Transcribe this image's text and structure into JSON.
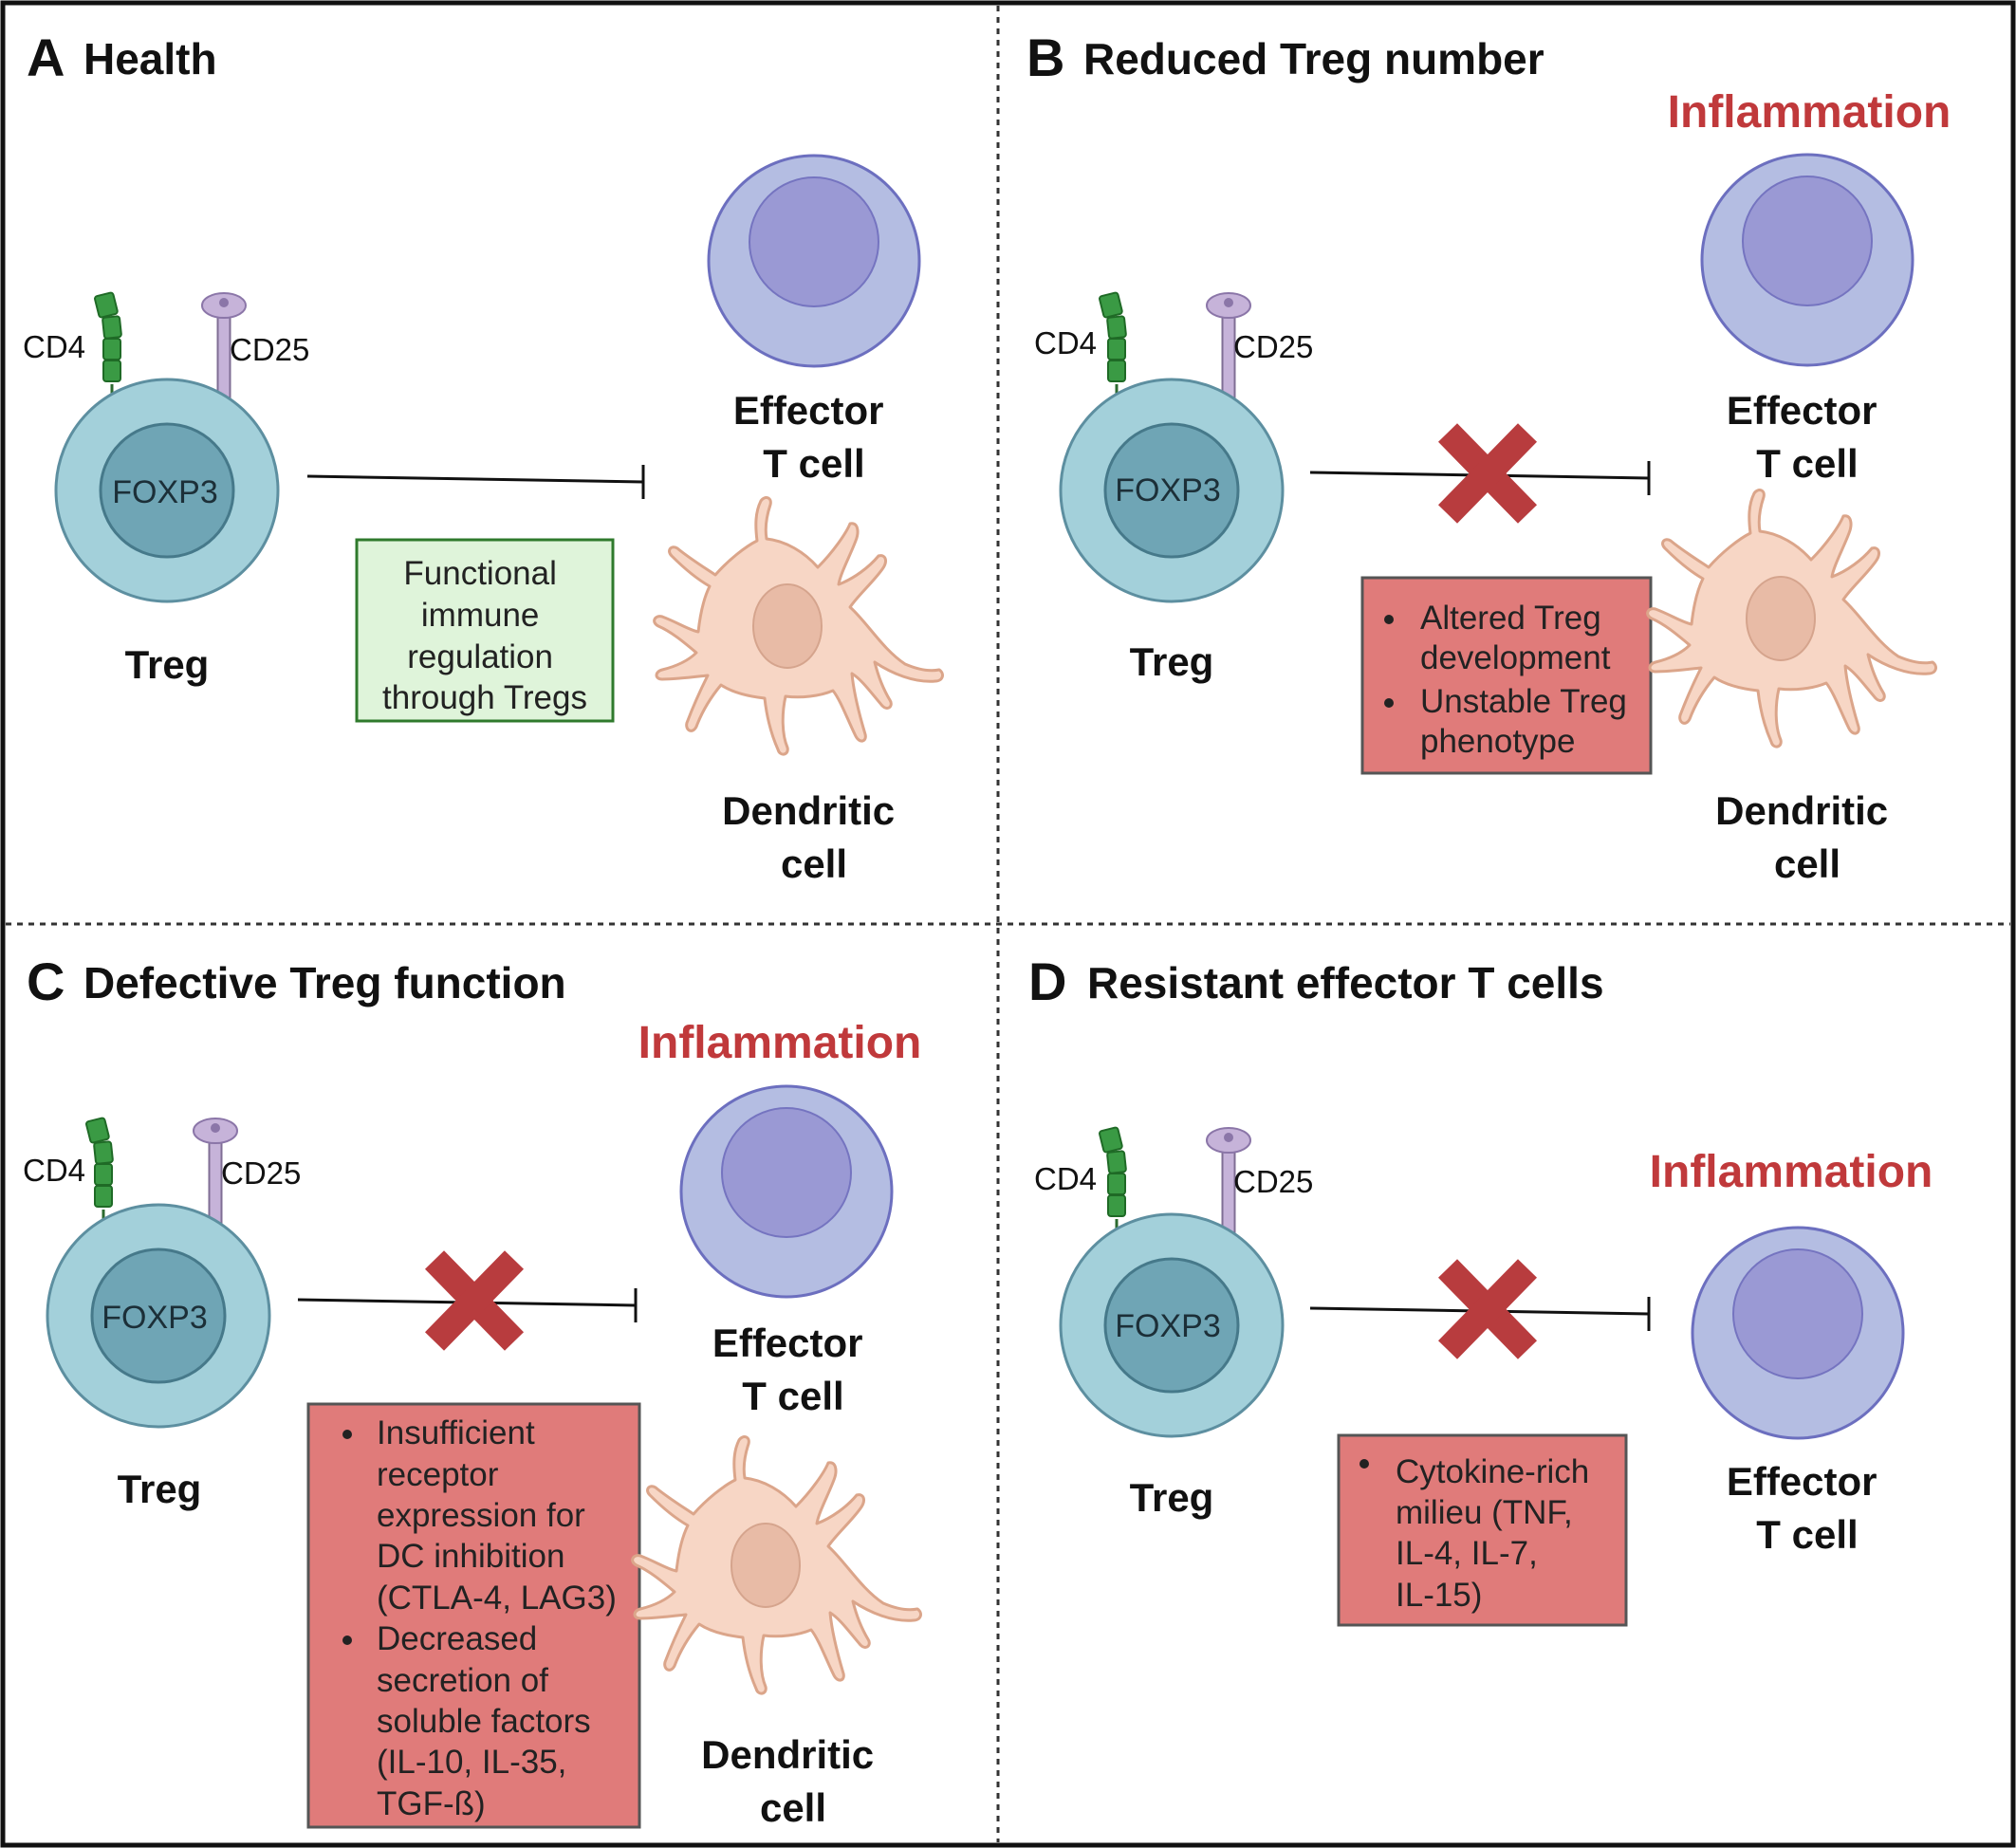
{
  "panels": {
    "a": {
      "letter": "A",
      "title": "Health",
      "cd4": "CD4",
      "cd25": "CD25",
      "foxp3": "FOXP3",
      "treg": "Treg",
      "effector": [
        "Effector",
        "T cell"
      ],
      "dendritic": [
        "Dendritic",
        "cell"
      ],
      "box": [
        "Functional",
        "immune",
        "regulation",
        "through Tregs"
      ]
    },
    "b": {
      "letter": "B",
      "title": "Reduced Treg number",
      "inflammation": "Inflammation",
      "cd4": "CD4",
      "cd25": "CD25",
      "foxp3": "FOXP3",
      "treg": "Treg",
      "effector": [
        "Effector",
        "T cell"
      ],
      "dendritic": [
        "Dendritic",
        "cell"
      ],
      "box_items": [
        [
          "Altered Treg",
          "development"
        ],
        [
          "Unstable Treg",
          "phenotype"
        ]
      ]
    },
    "c": {
      "letter": "C",
      "title": "Defective Treg function",
      "inflammation": "Inflammation",
      "cd4": "CD4",
      "cd25": "CD25",
      "foxp3": "FOXP3",
      "treg": "Treg",
      "effector": [
        "Effector",
        "T cell"
      ],
      "dendritic": [
        "Dendritic",
        "cell"
      ],
      "box_items": [
        [
          "Insufficient",
          "receptor",
          "expression for",
          "DC inhibition",
          "(CTLA-4, LAG3)"
        ],
        [
          "Decreased",
          "secretion of",
          "soluble factors",
          "(IL-10, IL-35,",
          "TGF-ß)"
        ]
      ]
    },
    "d": {
      "letter": "D",
      "title": "Resistant effector T cells",
      "inflammation": "Inflammation",
      "cd4": "CD4",
      "cd25": "CD25",
      "foxp3": "FOXP3",
      "treg": "Treg",
      "effector": [
        "Effector",
        "T cell"
      ],
      "box_items": [
        [
          "Cytokine-rich",
          "milieu (TNF,",
          "IL-4, IL-7,",
          "IL-15)"
        ]
      ]
    }
  },
  "colors": {
    "treg_outer": "#a3d0da",
    "treg_inner": "#6fa5b5",
    "effector_outer": "#b4bde2",
    "effector_inner": "#9a99d4",
    "dendritic": "#f7d6c5",
    "dendritic_nucleus": "#e8bba6",
    "cd4": "#3a9a44",
    "cd25": "#c6b3d9",
    "red_box": "#e07b7a",
    "green_box": "#dff4da",
    "x_mark": "#b83c3e",
    "inflammation_text": "#c0393b"
  }
}
